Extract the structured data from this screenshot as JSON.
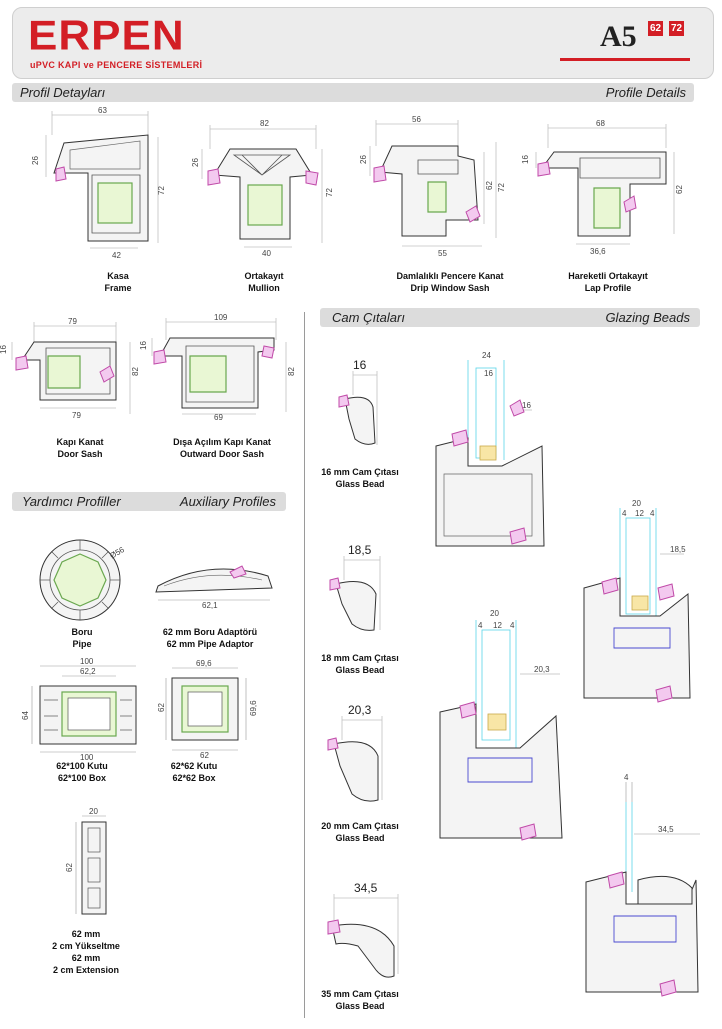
{
  "header": {
    "logo_text": "ERPEN",
    "tagline": "uPVC KAPI ve PENCERE SİSTEMLERİ",
    "model": "A5",
    "badge_62": "62",
    "badge_72": "72"
  },
  "sections": {
    "profile_tr": "Profil Detayları",
    "profile_en": "Profile Details",
    "glazing_tr": "Cam Çıtaları",
    "glazing_en": "Glazing Beads",
    "aux_tr": "Yardımcı Profiller",
    "aux_en": "Auxiliary Profiles"
  },
  "profiles": [
    {
      "tr": "Kasa",
      "en": "Frame",
      "w": "63",
      "h1": "26",
      "h2": "72",
      "b": "42"
    },
    {
      "tr": "Ortakayıt",
      "en": "Mullion",
      "w": "82",
      "h1": "26",
      "h2": "72",
      "b": "40"
    },
    {
      "tr": "Damlalıklı Pencere Kanat",
      "en": "Drip Window Sash",
      "w": "56",
      "h1": "26",
      "h2": "62",
      "h3": "72",
      "b": "55"
    },
    {
      "tr": "Hareketli Ortakayıt",
      "en": "Lap Profile",
      "w": "68",
      "h1": "16",
      "h2": "62",
      "b": "36,6"
    },
    {
      "tr": "Kapı Kanat",
      "en": "Door Sash",
      "w": "79",
      "h1": "16",
      "h2": "82",
      "b": "79"
    },
    {
      "tr": "Dışa Açılım Kapı Kanat",
      "en": "Outward Door Sash",
      "w": "109",
      "h1": "16",
      "h2": "82",
      "b": "69"
    }
  ],
  "beads": [
    {
      "tr": "16 mm Cam Çıtası",
      "en": "Glass Bead",
      "size": "16"
    },
    {
      "tr": "18 mm Cam Çıtası",
      "en": "Glass Bead",
      "size": "18,5"
    },
    {
      "tr": "20 mm Cam Çıtası",
      "en": "Glass Bead",
      "size": "20,3"
    },
    {
      "tr": "35 mm Cam Çıtası",
      "en": "Glass Bead",
      "size": "34,5"
    }
  ],
  "bead_assemblies": [
    {
      "top": "24",
      "mid": "16",
      "side": "16"
    },
    {
      "top": "20",
      "a": "4",
      "b": "12",
      "c": "4",
      "side": "18,5"
    },
    {
      "top": "20",
      "a": "4",
      "b": "12",
      "c": "4",
      "side": "20,3"
    },
    {
      "top": "4",
      "side": "34,5"
    }
  ],
  "aux": [
    {
      "tr": "Boru",
      "en": "Pipe",
      "dim": "Ø56"
    },
    {
      "tr": "62 mm Boru Adaptörü",
      "en": "62 mm Pipe Adaptor",
      "dim": "62,1"
    },
    {
      "tr": "62*100 Kutu",
      "en": "62*100 Box",
      "top1": "100",
      "top2": "62,2",
      "side": "64",
      "bottom": "100"
    },
    {
      "tr": "62*62 Kutu",
      "en": "62*62 Box",
      "top1": "69,6",
      "side1": "62",
      "side2": "69,6",
      "bottom": "62"
    },
    {
      "tr1": "62 mm",
      "tr2": "2 cm Yükseltme",
      "en1": "62 mm",
      "en2": "2 cm Extension",
      "dim_top": "20",
      "dim_side": "62"
    }
  ]
}
